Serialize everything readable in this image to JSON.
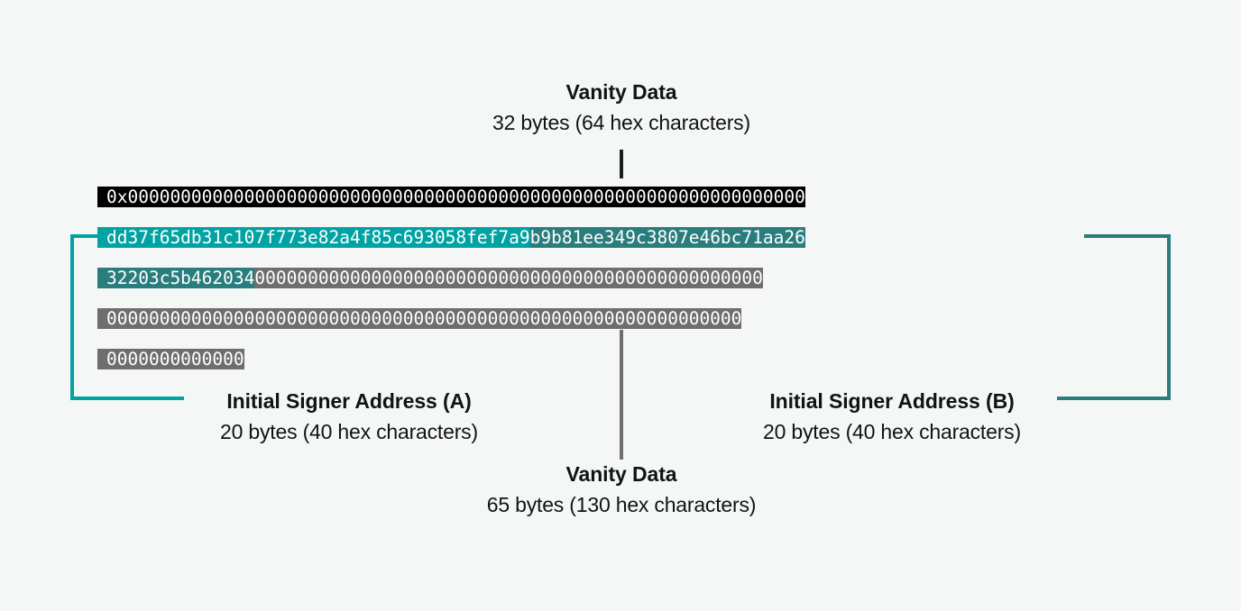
{
  "diagram": {
    "title": "Vanity data and initial signer address byte layout",
    "background_color": "#f5f6f6"
  },
  "colors": {
    "black": "#000000",
    "teal": "#00a3a3",
    "dark_teal": "#2a7d7d",
    "gray": "#6e6e6e",
    "text": "#111315",
    "connector_top": "#1c1f21",
    "connector_bottom": "#6e6e6e"
  },
  "labels": {
    "top": {
      "title": "Vanity Data",
      "detail": "32 bytes (64 hex characters)"
    },
    "bottom": {
      "title": "Vanity Data",
      "detail": "65 bytes (130 hex characters)"
    },
    "address_a": {
      "title": "Initial Signer Address (A)",
      "detail": "20 bytes (40 hex characters)"
    },
    "address_b": {
      "title": "Initial Signer Address (B)",
      "detail": "20 bytes (40 hex characters)"
    }
  },
  "hex_rows": [
    {
      "row": 1,
      "segments": [
        {
          "text": "0x0000000000000000000000000000000000000000000000000000000000000000",
          "color": "black",
          "role": "vanity-prefix"
        }
      ]
    },
    {
      "row": 2,
      "segments": [
        {
          "text": "dd37f65db31c107f773e82a4f85c693058fef7a9",
          "color": "teal",
          "role": "initial-signer-address-a"
        },
        {
          "text": "b9b81ee349c3807e46bc71aa26",
          "color": "dark_teal",
          "role": "initial-signer-address-b-part1"
        }
      ]
    },
    {
      "row": 3,
      "segments": [
        {
          "text": "32203c5b462034",
          "color": "dark_teal",
          "role": "initial-signer-address-b-part2"
        },
        {
          "text": "000000000000000000000000000000000000000000000000",
          "color": "gray",
          "role": "vanity-padding"
        }
      ]
    },
    {
      "row": 4,
      "segments": [
        {
          "text": "000000000000000000000000000000000000000000000000000000000000",
          "color": "gray",
          "role": "vanity-padding"
        }
      ]
    },
    {
      "row": 5,
      "segments": [
        {
          "text": "0000000000000",
          "color": "gray",
          "role": "vanity-padding"
        }
      ]
    }
  ],
  "connectors": {
    "top_pointer": "vertical-line-to-vanity-data-top",
    "bottom_pointer": "vertical-line-to-vanity-data-bottom"
  },
  "brackets": {
    "left": {
      "name": "bracket-address-a",
      "color": "#00a3a3"
    },
    "right": {
      "name": "bracket-address-b",
      "color": "#2a7d7d"
    }
  }
}
